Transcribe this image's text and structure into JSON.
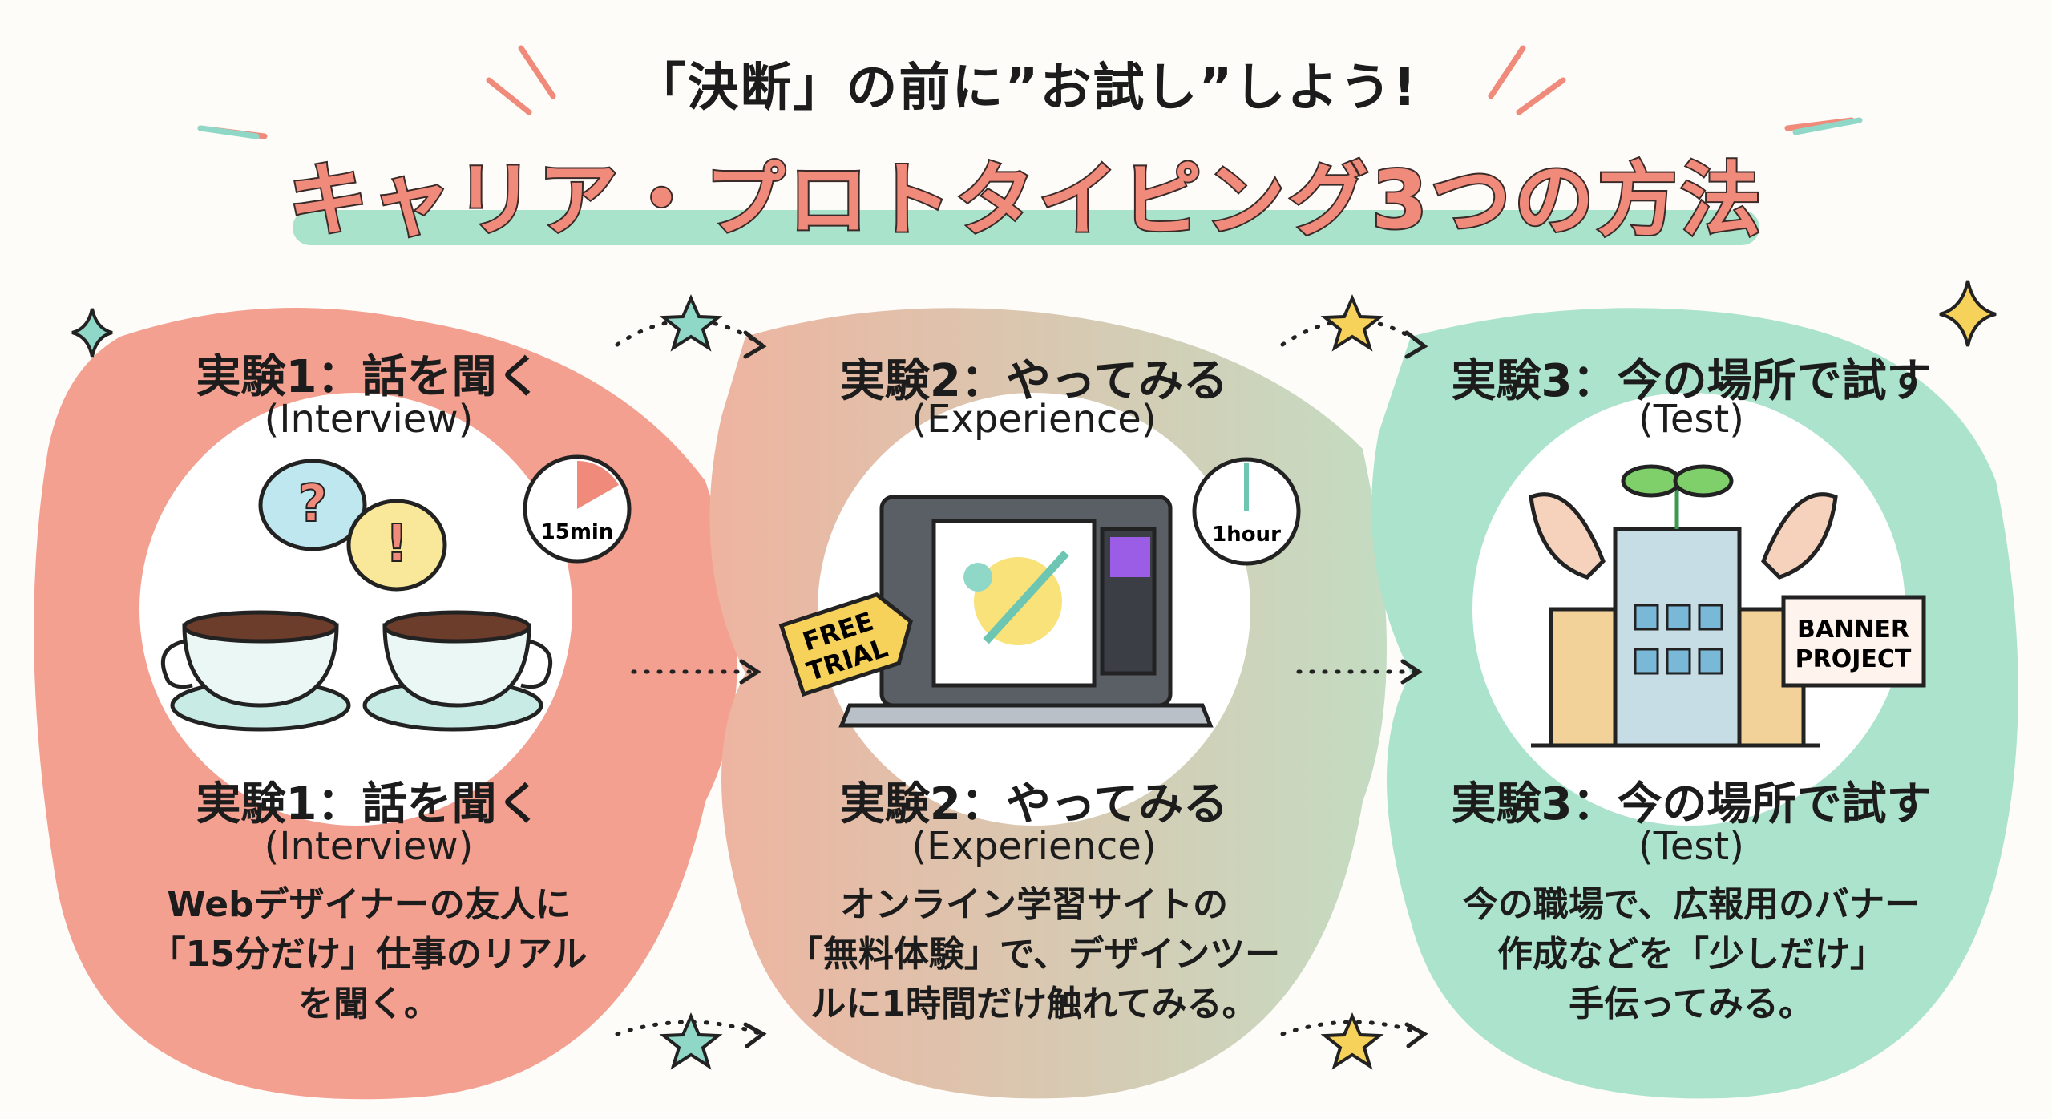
{
  "header": {
    "subtitle": "「決断」の前に”お試し”しよう!",
    "title": "キャリア・プロトタイピング3つの方法"
  },
  "experiments": [
    {
      "top_heading": "実験1：話を聞く",
      "top_sub": "(Interview)",
      "heading": "実験1：話を聞く",
      "sub": "(Interview)",
      "body": [
        "Webデザイナーの友人に",
        "「15分だけ」仕事のリアル",
        "を聞く。"
      ],
      "clock_label": "15min",
      "bubble_marks": [
        "?",
        "!"
      ],
      "color": "#f3a091"
    },
    {
      "top_heading": "実験2：やってみる",
      "top_sub": "(Experience)",
      "heading": "実験2：やってみる",
      "sub": "(Experience)",
      "body": [
        "オンライン学習サイトの",
        "「無料体験」で、デザインツー",
        "ルに1時間だけ触れてみる。"
      ],
      "clock_label": "1hour",
      "tag_label": [
        "FREE",
        "TRIAL"
      ],
      "color": "#e6c3ae"
    },
    {
      "top_heading": "実験3：今の場所で試す",
      "top_sub": "(Test)",
      "heading": "実験3：今の場所で試す",
      "sub": "(Test)",
      "body": [
        "今の職場で、広報用のバナー",
        "作成などを「少しだけ」",
        "手伝ってみる。"
      ],
      "banner_label": [
        "BANNER",
        "PROJECT"
      ],
      "color": "#abe3cd"
    }
  ],
  "colors": {
    "coral": "#f08a7a",
    "mint": "#a9e3cc",
    "star_teal": "#8fd8c8",
    "star_yellow": "#f7d25a"
  }
}
